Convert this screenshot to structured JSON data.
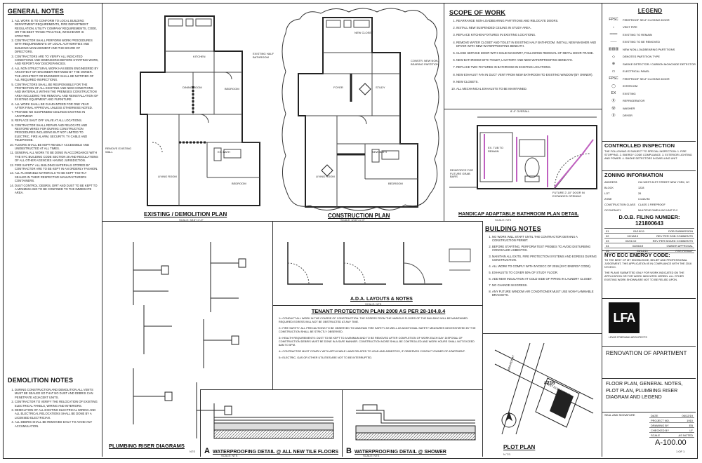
{
  "general_notes": {
    "title": "GENERAL NOTES",
    "items": [
      "ALL WORK IS TO CONFORM TO LOCAL BUILDING DEPARTMENT REQUIREMENTS, FIRE DEPARTMENT REGULATION, UTILITY COMPANY REQUIREMENTS, CODE, OR THE BEST TRADE PRACTICE, WHICHEVER IS STRICTER.",
      "CONTRACTOR SHALL PERFORM WORK PROCEDURES WITH REQUIREMENTS OF LOCAL AUTHORITIES AND BUILDING MANAGEMENT AND THE BOARD OF DIRECTORS.",
      "CONTRACTORS ARE TO VERIFY ALL INDICATED CONDITIONS AND DIMENSIONS BEFORE STARTING WORK, AND REPORT ANY DISCREPANCIES.",
      "ALL NON STRUCTURAL WORK HAS BEEN ENGINEERED BY ARCHITECT OR ENGINEER RETAINED BY THE OWNER. THE ARCHITECT OR ENGINEER SHALL BE NOTIFIED OF ALL REQUIRED INSPECTIONS.",
      "CONTRACTORS SHALL BE RESPONSIBLE FOR THE PROTECTION OF ALL EXISTING AND NEW CONDITIONS AND MATERIALS WITHIN THE PREMISES CONSTRUCTION AREA INCLUDING THE REMOVAL AND REINSTALLATION OF EXISTING EQUIPMENT AND FURNITURE.",
      "ALL WORK SHALL BE GUARANTEED FOR ONE YEAR AFTER FINAL APPROVAL UNLESS OTHERWISE NOTED.",
      "PROVIDE NO SUSPENDED CEILINGS EXISTING IN APARTMENT.",
      "REPLACE SHUT OFF VALVE AT ALL LOCATIONS.",
      "CONTRACTOR SHALL REPAIR AND RELOCATE AND RESTORE WIRES FOR DURING CONSTRUCTION PROCEDURES INCLUDING BUT NOT LIMITED TO ELECTRIC, FIRE ALARM, SECURITY, TV CABLE AND TELEPHONE.",
      "FLOORS SHALL BE KEPT READILY ACCESSIBLE AND UNOBSTRUCTED AT ALL TIMES.",
      "GENERAL ALL WORK TO BE DONE IN ACCORDANCE WITH THE NYC BUILDING CODE SECTION 28 AND REGULATIONS OF ALL OTHER AGENCIES HAVING JURISDICTION.",
      "FIRE SAFETY: ALL BUILDING MATERIALS STORED BY CONTRACTOR ARE TO BE KEPT IN AN ORDERLY FASHION.",
      "ALL FLAMMABLE MATERIALS TO BE KEPT TIGHTLY SEALED IN THEIR RESPECTIVE MANUFACTURERS CONTAINERS.",
      "DUST CONTROL: DEBRIS, DIRT AND DUST TO BE KEPT TO A MINIMUM AND TO BE CONFINED TO THE IMMEDIATE AREA."
    ]
  },
  "demolition_notes": {
    "title": "DEMOLITION NOTES",
    "items": [
      "DURING CONSTRUCTION AND DEMOLITION ALL VENTS MUST BE SEALED SO THAT NO DUST AND DEBRIS CAN PENETRATE ADJACENT UNITS.",
      "CONTRACTOR TO VERIFY THE RELOCATION OF EXISTING ELECTRICAL PANELS, WIRING AND INTERIORS.",
      "DEMOLITION OF ALL EXISTING ELECTRICAL WIRING AND ALL ELECTRICAL RELOCATIONS SHALL BE DONE BY A LICENSED ELECTRICIAN.",
      "ALL DEBRIS SHALL BE REMOVED DAILY TO AVOID ANY ACCUMULATION."
    ]
  },
  "plans": {
    "existing": {
      "title": "EXISTING / DEMOLITION PLAN",
      "scale": "SCALE: 3/16\"=1'-0\""
    },
    "construction": {
      "title": "CONSTRUCTION PLAN",
      "scale": "SCALE: 3/16\"=1'-0\""
    },
    "handicap": {
      "title": "HANDICAP ADAPTABLE BATHROOM PLAN DETAIL",
      "scale": "SCALE: NTS"
    },
    "plumbing": {
      "title": "PLUMBING RISER DIAGRAMS",
      "scale": "NTS"
    },
    "ada": {
      "title": "A.D.A. LAYOUTS & NOTES",
      "scale": "SCALE: NTS"
    },
    "plot": {
      "title": "PLOT PLAN",
      "scale": "N.T.S."
    },
    "wp_a": {
      "letter": "A",
      "title": "WATERPROOFING DETAIL @ ALL NEW TILE FLOORS",
      "scale": "SCALE: NTS"
    },
    "wp_b": {
      "letter": "B",
      "title": "WATERPROOFING DETAIL @ SHOWER",
      "scale": "SCALE: NTS"
    }
  },
  "room_labels": {
    "living_room": "LIVING ROOM",
    "bedroom": "BEDROOM",
    "kitchen": "KITCHEN",
    "dining_room": "DINING ROOM",
    "bath": "EX. BATH",
    "new_bath": "NEW BATH",
    "closet": "CL",
    "study": "STUDY",
    "foyer": "FOYER",
    "new_closet": "NEW CLOSET",
    "non_load": "CONSTR. NEW NON-BEARING PARTITION",
    "remove": "REMOVE EXISTING WALL",
    "existing_bath": "EXISTING HALF BATHROOM",
    "tub": "EX. TUB TO REMAIN",
    "grab": "REINFORCE FOR FUTURE GRAB BARS",
    "door": "FUTURE 2'-10\" DOOR IN EXPANDED OPENING",
    "overall": "8'-4\" OVERALL"
  },
  "scope_of_work": {
    "title": "SCOPE OF WORK",
    "items": [
      "REARRANGE NON-LOADBEARING PARTITIONS AND RELOCATE DOORS.",
      "INSTALL NEW SUSPENDED CEILING IN STUDY AREA.",
      "REPLACE KITCHEN FIXTURES IN EXISTING LOCATIONS.",
      "REMOVE WATER CLOSET AND TOILET IN EXISTING HALF BATHROOM. INSTALL NEW WASHER AND DRYER WITH NEW WATERPROOFING BENEATH.",
      "CLOSE SERVICE DOOR WITH SOLID MASONRY, FOLLOWING REMOVAL OF METAL DOOR FRAME.",
      "NEW BATHROOM WITH TOILET, LAVATORY AND NEW WATERPROOFING BENEATH.",
      "REPLACE TWO FIXTURES IN BATHROOM IN EXISTING LOCATIONS.",
      "NEW EXHAUST FAN IN DUCT VENT FROM NEW BATHROOM TO EXISTING WINDOW (BY OWNER).",
      "NEW CLOSETS.",
      "ALL MECHANICAL EXHAUSTS TO BE MAINTAINED."
    ]
  },
  "legend": {
    "title": "LEGEND",
    "items": [
      {
        "sym": "FPSC",
        "label": "FIREPROOF SELF CLOSING DOOR"
      },
      {
        "sym": "↓",
        "label": "VENT PIPE"
      },
      {
        "sym": "═══",
        "label": "EXISTING TO REMAIN"
      },
      {
        "sym": "┄┄┄",
        "label": "EXISTING TO BE REMOVED"
      },
      {
        "sym": "▥▥▥",
        "label": "NEW NON-LOADBEARING PARTITIONS"
      },
      {
        "sym": "◇",
        "label": "DENOTES PARTITION TYPE"
      },
      {
        "sym": "⊗",
        "label": "SMOKE DETECTOR / CARBON MONOXIDE DETECTOR"
      },
      {
        "sym": "▭",
        "label": "ELECTRICAL PANEL"
      },
      {
        "sym": "FPSC",
        "label": "FIREPROOF SELF CLOSING DOOR"
      },
      {
        "sym": "◯",
        "label": "INTERCOM"
      },
      {
        "sym": "EX",
        "label": "EXISTING"
      },
      {
        "sym": "Ⓡ",
        "label": "REFRIGERATOR"
      },
      {
        "sym": "Ⓦ",
        "label": "WASHER"
      },
      {
        "sym": "ⓓ",
        "label": "DRYER"
      }
    ]
  },
  "controlled_inspection": {
    "title": "CONTROLLED INSPECTION",
    "text": "THE FOLLOWING IS SUBJECT TO SPECIAL INSPECTION: 1. FIRE STOPPING. 2. ENERGY CODE COMPLIANCE. 3. EXTERIOR LIGHTING AND POWER. 4. SMOKE DETECTORS IN DWELLING UNIT."
  },
  "zoning": {
    "title": "ZONING INFORMATION",
    "rows": [
      [
        "ADDRESS",
        "216 WEST 81ST STREET NEW YORK, NY"
      ],
      [
        "BLOCK",
        "1228"
      ],
      [
        "LOT",
        "26"
      ],
      [
        "ZONE",
        "C4-6A R8"
      ],
      [
        "CONSTRUCTION CLASS",
        "CLASS 1 FIREPROOF"
      ],
      [
        "OCCUPANCY",
        "MULTIPLE DWELLING UNIT R-2"
      ]
    ]
  },
  "building_notes": {
    "title": "BUILDING NOTES",
    "items": [
      "NO WORK WILL START UNTIL THE CONTRACTOR OBTAINS A CONSTRUCTION PERMIT.",
      "BEFORE STARTING, PERFORM TEST PROBES TO AVOID DISTURBING CONCEALED ASBESTOS.",
      "MAINTAIN ALL EXITS, FIRE PROTECTION SYSTEMS AND EGRESS DURING CONSTRUCTION.",
      "ALL WORK TO COMPLY WITH NYCECC OF 2016 (NYC ENERGY CODE).",
      "EXHAUSTS TO COVER 50% OF STUDY FLOOR.",
      "ADD NEW INSULATION AT COLD SIDE OF PIPING IN LAUNDRY CLOSET.",
      "NO CHANGE IN EGRESS.",
      "ANY FUTURE WINDOW AIR CONDITIONER MUST USE NON-FLAMMABLE BRACKETS."
    ]
  },
  "dob_filing": {
    "title": "D.O.B. FILING NUMBER:",
    "number": "121800643",
    "rows": [
      [
        "01",
        "01/19/19",
        "DOB SUBMISSION"
      ],
      [
        "02",
        "02/18/19",
        "REV PER DOB COMMENTS"
      ],
      [
        "03",
        "03/01/19",
        "REV PER BOARD COMMENTS"
      ],
      [
        "04",
        "04/06/19",
        "OWNER APPROVAL"
      ],
      [
        "05",
        "05/14/19",
        "FOR PERMIT"
      ]
    ]
  },
  "energy_code": {
    "title": "NYC ECC ENERGY CODE:",
    "text": "TO THE BEST OF MY KNOWLEDGE, BELIEF AND PROFESSIONAL JUDGEMENT, THIS APPLICATION IS IN COMPLIANCE WITH THE 2016 NYCECC.",
    "text2": "THE PLANS SUBMITTED ONLY FOR WORK INDICATED ON THE APPLICATION OR FOR WORK INDICATED HEREIN. ALL OTHER EXISTING WORK SHOWN ARE NOT TO BE RELIED UPON."
  },
  "tenant_protection": {
    "title": "TENANT PROTECTION PLAN 2008 AS PER 28-104.8.4",
    "items": [
      "1> CONDUCT ALL WORK IN THE COURSE OF CONSTRUCTION. THE EGRESS FROM THE VARIOUS FLOORS OF THE BUILDING WILL BE MAINTAINED. REQUIRED EGRESS WILL NOT BE OBSTRUCTED AT ANY TIME.",
      "2> FIRE SAFETY: ALL PRECAUTIONS TO BE OBSERVED TO MAINTAIN FIRE SAFETY AS WELL AS ADDITIONAL SAFETY MEASURES NECESSITATED BY THE CONSTRUCTION SHALL BE STRICTLY OBSERVED.",
      "3> HEALTH REQUIREMENTS: DUST TO BE KEPT TO A MINIMUM AND TO BE REMOVED AFTER COMPLETION OF WORK EACH DAY. DISPOSAL OF CONSTRUCTION DEBRIS MUST BE DONE IN A SAFE MANNER. CONSTRUCTION NOISE SHALL BE CONTROLLED AND WORK HOURS SHALL NOT EXCEED 8AM TO 5PM.",
      "4> CONTRACTOR MUST COMPLY WITH APPLICABLE LAWS RELATED TO LEAD AND ASBESTOS, IF OBSERVED CONTACT OWNER OF APARTMENT.",
      "5> ELECTRIC, GAS OR OTHER UTILITIES ARE NOT TO BE INTERRUPTED."
    ]
  },
  "title_block": {
    "logo": "LFA",
    "firm": "LEWIS FRIEDMAN ARCHITECTS",
    "project": "RENOVATION OF APARTMENT",
    "sheet_title": "FLOOR PLAN, GENERAL NOTES, PLOT PLAN, PLUMBING RISER DIAGRAM AND LEGEND",
    "seal": "SEAL AND SIGNATURE",
    "rows": [
      [
        "DATE",
        "06/12/19"
      ],
      [
        "PROJECT NO.",
        "1910"
      ],
      [
        "DRAWING BY",
        "EB"
      ],
      [
        "CHECKED BY",
        "LF"
      ],
      [
        "SCALE",
        "AS NOTED"
      ]
    ],
    "sheet_number": "A-100.00",
    "page": "1 OF 1"
  },
  "plot": {
    "street1": "WEST 81ST STREET",
    "street2": "BROADWAY",
    "lot": "#216"
  }
}
